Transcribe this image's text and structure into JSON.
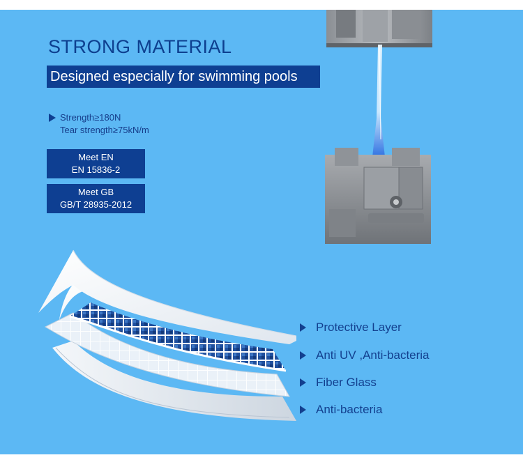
{
  "header": {
    "title": "STRONG MATERIAL",
    "subtitle": "Designed especially for swimming pools"
  },
  "specs": {
    "strength": "Strength≥180N",
    "tear_strength": "Tear strength≥75kN/m"
  },
  "standards": [
    {
      "line1": "Meet EN",
      "line2": "EN 15836-2"
    },
    {
      "line1": "Meet GB",
      "line2": "GB/T 28935-2012"
    }
  ],
  "layers": [
    "Protective Layer",
    "Anti UV ,Anti-bacteria",
    "Fiber Glass",
    "Anti-bacteria"
  ],
  "colors": {
    "background": "#5cb8f4",
    "accent": "#0e3f92",
    "text": "#13408f"
  },
  "icons": {
    "bullet": "triangle-right-icon"
  }
}
